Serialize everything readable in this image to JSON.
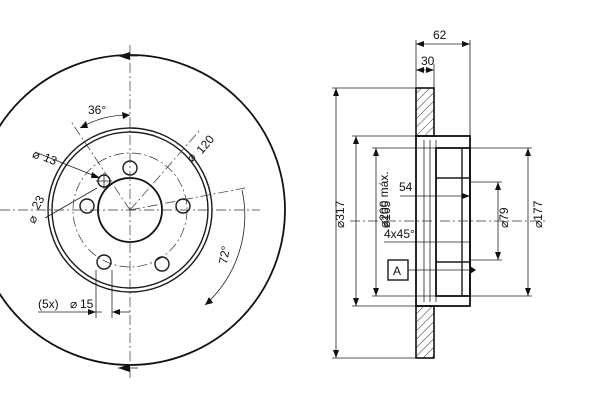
{
  "front_view": {
    "angle_bolt": "36°",
    "angle_side": "72°",
    "hole_small": "13",
    "bolt_circle": "120",
    "hole_offset": "23",
    "stud_count_dia_prefix": "(5x)",
    "stud_dia": "15",
    "dia_symbol": "⌀"
  },
  "section_view": {
    "total_width": "62",
    "disc_thickness": "30",
    "outer_dia": "317",
    "inner_dia": "200 máx.",
    "hub_dia": "165",
    "depth": "54",
    "chamfer": "4x45°",
    "bore_dia": "79",
    "mount_dia": "177",
    "datum_label": "A"
  }
}
